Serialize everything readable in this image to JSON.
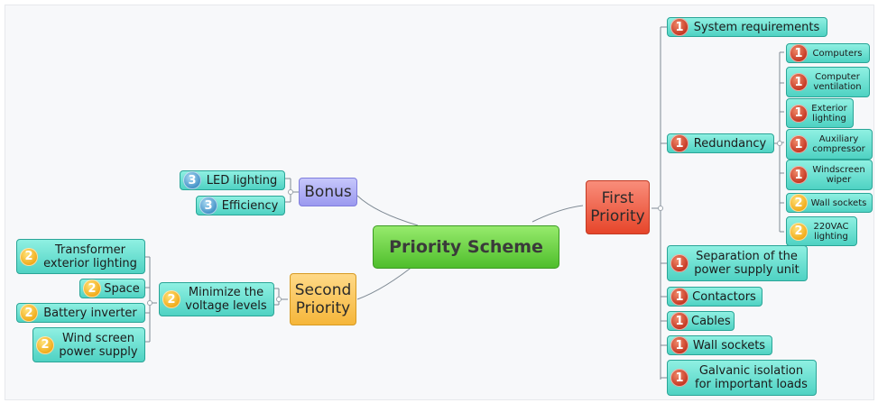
{
  "central": "Priority Scheme",
  "branches": {
    "first": "First\nPriority",
    "second": "Second\nPriority",
    "bonus": "Bonus"
  },
  "first_items": {
    "system": "System requirements",
    "redundancy": "Redundancy",
    "separation": "Separation of the\npower supply unit",
    "contactors": "Contactors",
    "cables": "Cables",
    "wall": "Wall sockets",
    "galvanic": "Galvanic isolation\nfor important loads"
  },
  "redundancy_items": {
    "computers": "Computers",
    "ventilation": "Computer\nventilation",
    "exterior": "Exterior\nlighting",
    "compressor": "Auxiliary\ncompressor",
    "windscreen": "Windscreen\nwiper",
    "wall": "Wall sockets",
    "vac": "220VAC\nlighting"
  },
  "bonus_items": {
    "led": "LED lighting",
    "efficiency": "Efficiency"
  },
  "second_items": {
    "minimize": "Minimize the\nvoltage levels"
  },
  "minimize_items": {
    "transformer": "Transformer\nexterior lighting",
    "space": "Space",
    "battery": "Battery inverter",
    "windscreen": "Wind screen\npower supply"
  },
  "priority_badges": {
    "p1": "1",
    "p2": "2",
    "p3": "3"
  },
  "colors": {
    "priority1": "#c2321f",
    "priority2": "#f0a814",
    "priority3": "#3e8fc5",
    "topic": "#4fd2c3",
    "central": "#4fbe2c"
  }
}
